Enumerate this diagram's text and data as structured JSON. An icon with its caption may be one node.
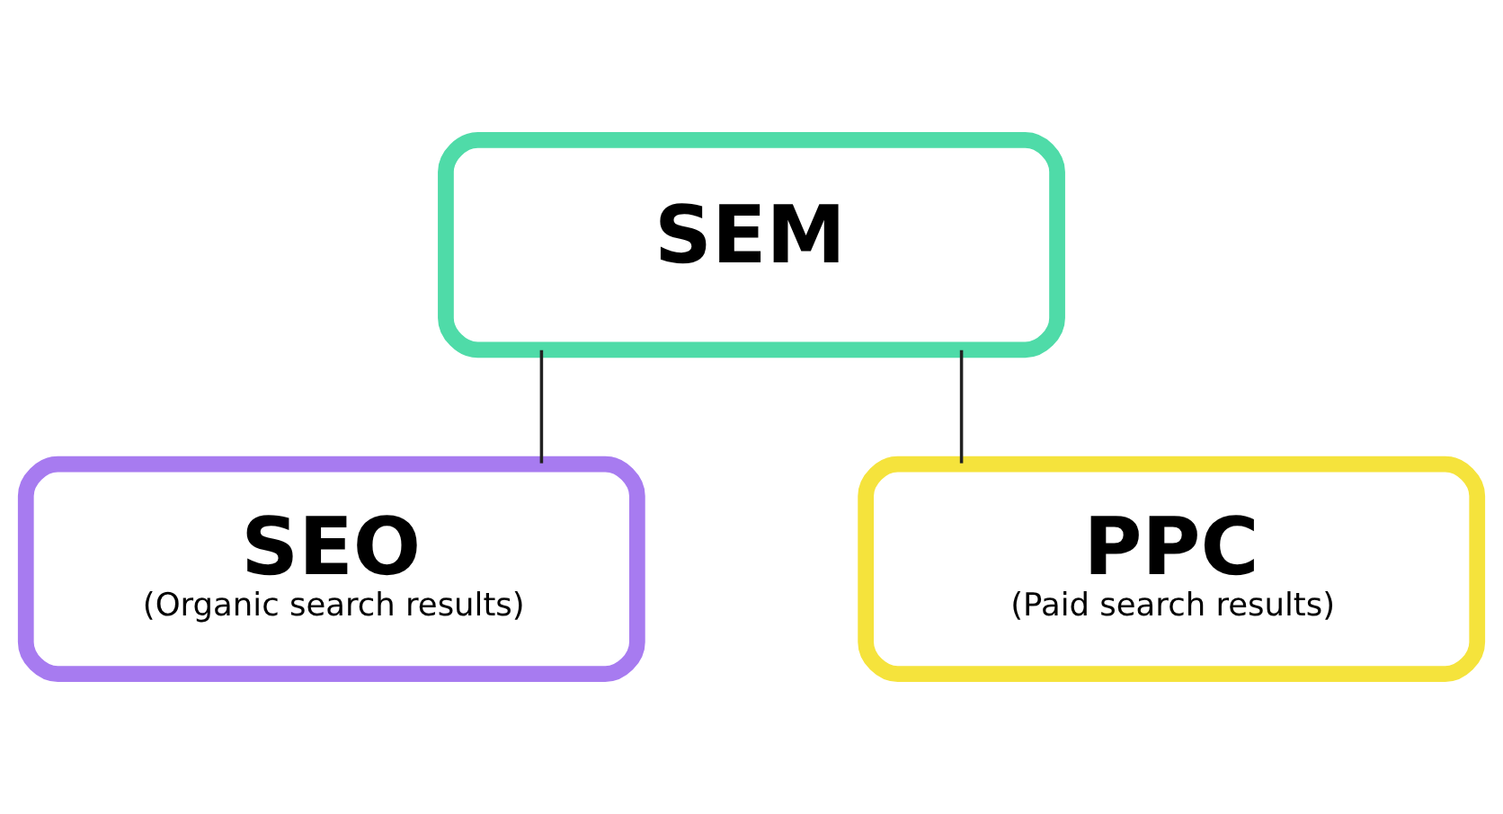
{
  "diagram": {
    "nodes": [
      {
        "text": [
          "SEM"
        ]
      },
      {
        "text": [
          "SEO",
          "(Organic search results)"
        ]
      },
      {
        "text": [
          "PPC",
          "(Paid search results)"
        ]
      }
    ],
    "edges": [
      {
        "from": 0,
        "to": 1,
        "arrow": "none"
      },
      {
        "from": 0,
        "to": 2,
        "arrow": "none"
      }
    ]
  }
}
